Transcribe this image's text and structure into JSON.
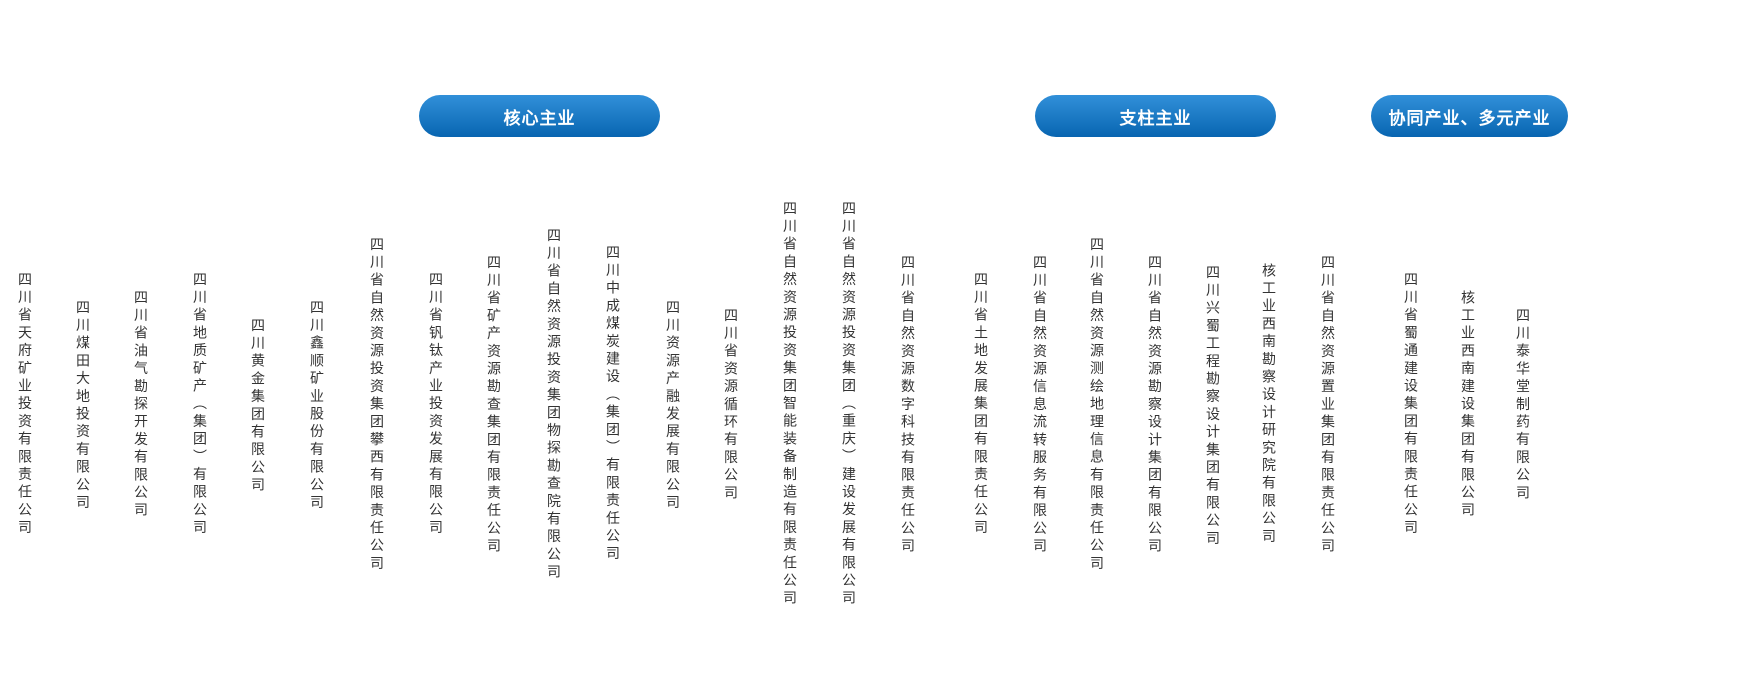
{
  "categories": [
    {
      "label": "核心主业"
    },
    {
      "label": "支柱主业"
    },
    {
      "label": "协同产业、多元产业"
    }
  ],
  "companies": [
    "四川省天府矿业投资有限责任公司",
    "四川煤田大地投资有限公司",
    "四川省油气勘探开发有限公司",
    "四川省地质矿产（集团）有限公司",
    "四川黄金集团有限公司",
    "四川鑫顺矿业股份有限公司",
    "四川省自然资源投资集团攀西有限责任公司",
    "四川省钒钛产业投资发展有限公司",
    "四川省矿产资源勘查集团有限责任公司",
    "四川省自然资源投资集团物探勘查院有限公司",
    "四川中成煤炭建设（集团）有限责任公司",
    "四川资源产融发展有限公司",
    "四川省资源循环有限公司",
    "四川省自然资源投资集团智能装备制造有限责任公司",
    "四川省自然资源投资集团（重庆）建设发展有限公司",
    "四川省自然资源数字科技有限责任公司",
    "四川省土地发展集团有限责任公司",
    "四川省自然资源信息流转服务有限公司",
    "四川省自然资源测绘地理信息有限责任公司",
    "四川省自然资源勘察设计集团有限公司",
    "四川兴蜀工程勘察设计集团有限公司",
    "核工业西南勘察设计研究院有限公司",
    "四川省自然资源置业集团有限责任公司",
    "四川省蜀通建设集团有限责任公司",
    "核工业西南建设集团有限公司",
    "四川泰华堂制药有限公司"
  ],
  "colors": {
    "pill_top": "#3190d9",
    "pill_bottom": "#0865b1",
    "text": "#333333"
  }
}
